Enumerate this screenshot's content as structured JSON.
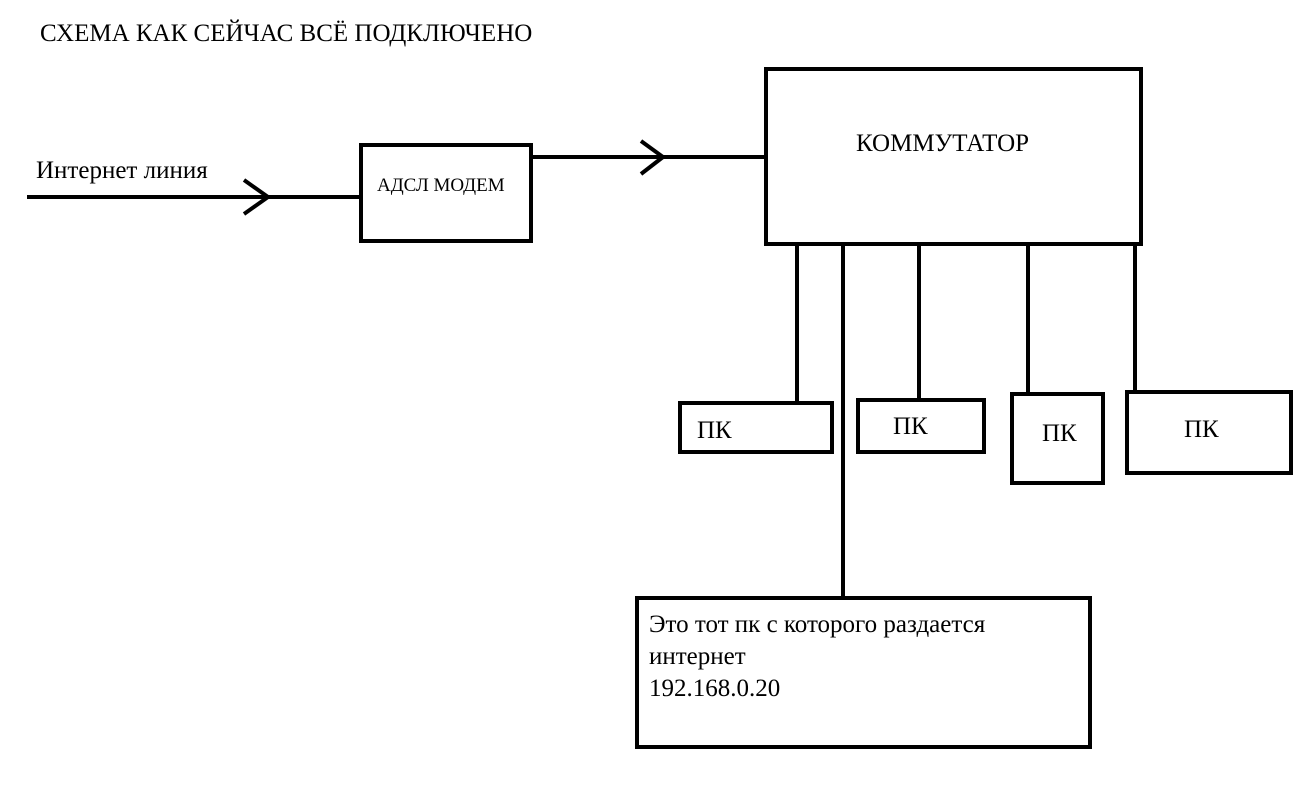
{
  "title": "СХЕМА КАК СЕЙЧАС ВСЁ ПОДКЛЮЧЕНО",
  "internet_line_label": "Интернет линия",
  "modem_label": "АДСЛ МОДЕМ",
  "switch_label": "КОММУТАТОР",
  "pcs": [
    {
      "label": "ПК"
    },
    {
      "label": "ПК"
    },
    {
      "label": "ПК"
    },
    {
      "label": "ПК"
    }
  ],
  "host_pc": {
    "line1": "Это тот пк с которого раздается",
    "line2": "интернет",
    "ip": "192.168.0.20"
  },
  "colors": {
    "line": "#000000",
    "background": "#ffffff"
  }
}
